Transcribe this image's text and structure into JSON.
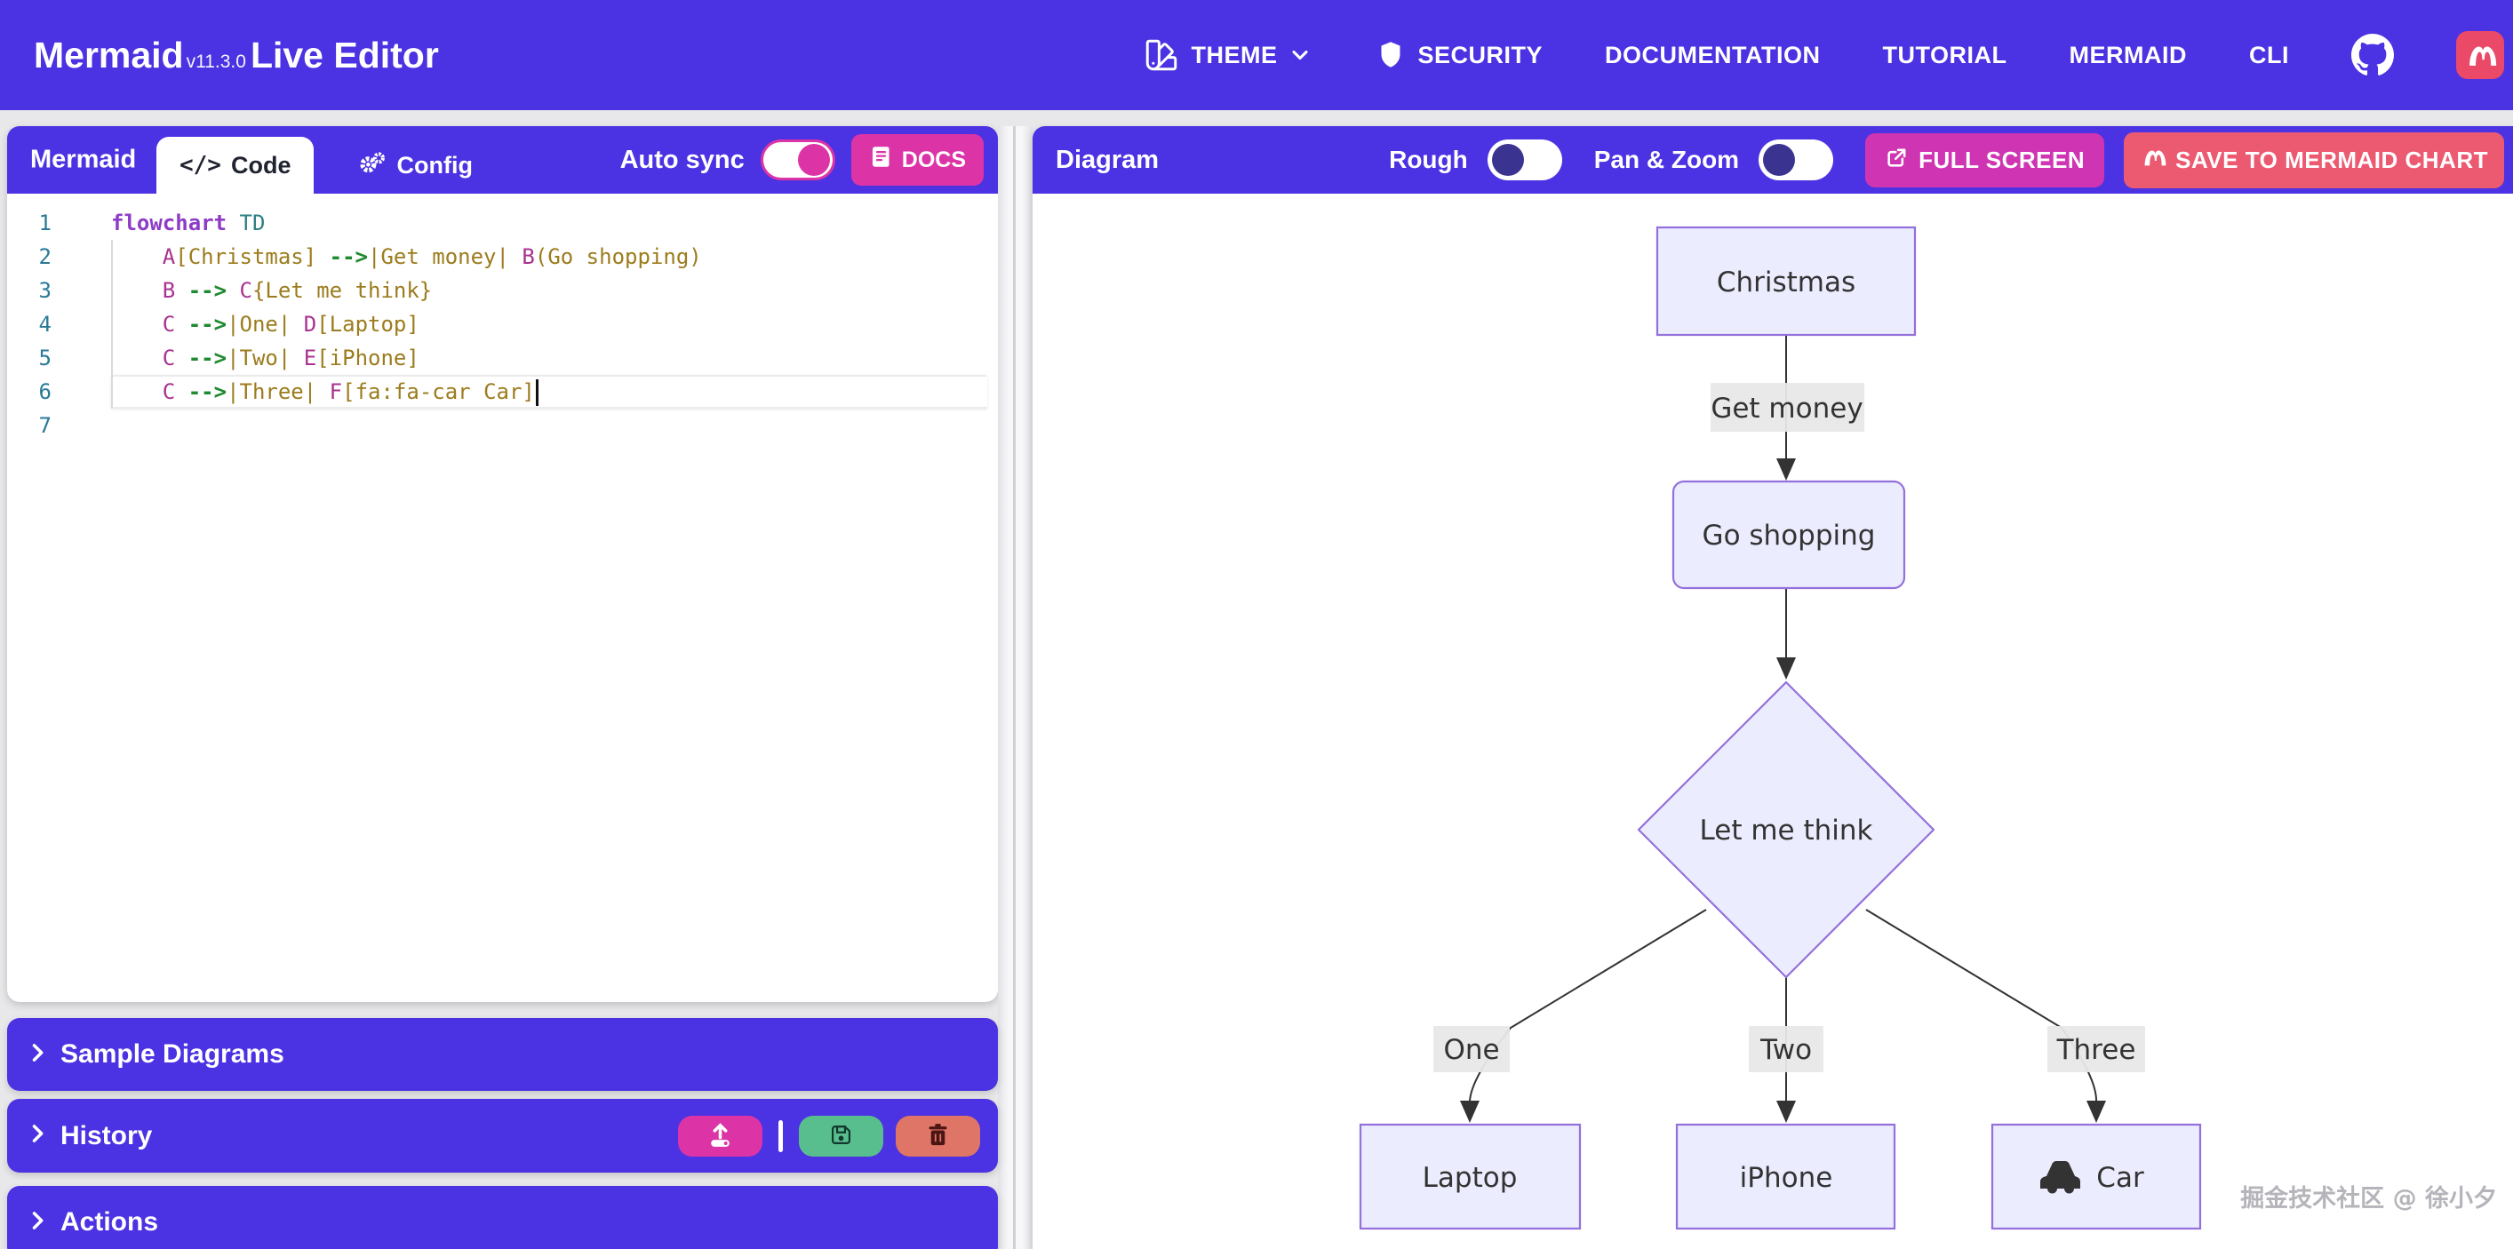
{
  "navbar": {
    "brand": {
      "name": "Mermaid",
      "version": "v11.3.0",
      "suffix": "Live Editor"
    },
    "items": [
      {
        "label": "THEME",
        "icon": "swatch-icon",
        "chevron": "chevron-down-icon"
      },
      {
        "label": "SECURITY",
        "icon": "shield-icon"
      },
      {
        "label": "DOCUMENTATION"
      },
      {
        "label": "TUTORIAL"
      },
      {
        "label": "MERMAID"
      },
      {
        "label": "CLI"
      }
    ],
    "github_icon": "github-icon",
    "mermaid_chart_logo": "mermaid-chart-logo"
  },
  "editor": {
    "panel_title": "Mermaid",
    "tabs": [
      {
        "label": "Code",
        "icon": "code-icon",
        "active": true
      },
      {
        "label": "Config",
        "icon": "gears-icon",
        "active": false
      }
    ],
    "auto_sync": {
      "label": "Auto sync",
      "on": true
    },
    "docs_button": "DOCS",
    "lines": [
      {
        "n": "1",
        "segs": [
          [
            "kw",
            "flowchart"
          ],
          [
            "pl",
            " "
          ],
          [
            "dir",
            "TD"
          ]
        ]
      },
      {
        "n": "2",
        "segs": [
          [
            "pl",
            "    "
          ],
          [
            "id",
            "A"
          ],
          [
            "str",
            "[Christmas]"
          ],
          [
            "pl",
            " "
          ],
          [
            "arr",
            "-->"
          ],
          [
            "str",
            "|Get money|"
          ],
          [
            "pl",
            " "
          ],
          [
            "id",
            "B"
          ],
          [
            "str",
            "(Go shopping)"
          ]
        ]
      },
      {
        "n": "3",
        "segs": [
          [
            "pl",
            "    "
          ],
          [
            "id",
            "B"
          ],
          [
            "pl",
            " "
          ],
          [
            "arr",
            "-->"
          ],
          [
            "pl",
            " "
          ],
          [
            "id",
            "C"
          ],
          [
            "str",
            "{Let me think}"
          ]
        ]
      },
      {
        "n": "4",
        "segs": [
          [
            "pl",
            "    "
          ],
          [
            "id",
            "C"
          ],
          [
            "pl",
            " "
          ],
          [
            "arr",
            "-->"
          ],
          [
            "str",
            "|One|"
          ],
          [
            "pl",
            " "
          ],
          [
            "id",
            "D"
          ],
          [
            "str",
            "[Laptop]"
          ]
        ]
      },
      {
        "n": "5",
        "segs": [
          [
            "pl",
            "    "
          ],
          [
            "id",
            "C"
          ],
          [
            "pl",
            " "
          ],
          [
            "arr",
            "-->"
          ],
          [
            "str",
            "|Two|"
          ],
          [
            "pl",
            " "
          ],
          [
            "id",
            "E"
          ],
          [
            "str",
            "[iPhone]"
          ]
        ]
      },
      {
        "n": "6",
        "segs": [
          [
            "pl",
            "    "
          ],
          [
            "id",
            "C"
          ],
          [
            "pl",
            " "
          ],
          [
            "arr",
            "-->"
          ],
          [
            "str",
            "|Three|"
          ],
          [
            "pl",
            " "
          ],
          [
            "id",
            "F"
          ],
          [
            "str",
            "[fa:fa-car Car]"
          ]
        ],
        "current": true
      },
      {
        "n": "7",
        "segs": []
      }
    ]
  },
  "sections": [
    {
      "label": "Sample Diagrams"
    },
    {
      "label": "History",
      "buttons": [
        "upload-icon",
        "save-icon",
        "trash-icon"
      ]
    },
    {
      "label": "Actions"
    }
  ],
  "diagram_panel": {
    "title": "Diagram",
    "rough": {
      "label": "Rough",
      "on": false
    },
    "pan_zoom": {
      "label": "Pan & Zoom",
      "on": false
    },
    "fullscreen_button": "FULL SCREEN",
    "save_button": "SAVE TO MERMAID CHART"
  },
  "diagram": {
    "type": "flowchart TD",
    "nodes": [
      {
        "id": "A",
        "label": "Christmas",
        "shape": "rectangle"
      },
      {
        "id": "B",
        "label": "Go shopping",
        "shape": "rounded"
      },
      {
        "id": "C",
        "label": "Let me think",
        "shape": "diamond"
      },
      {
        "id": "D",
        "label": "Laptop",
        "shape": "rectangle"
      },
      {
        "id": "E",
        "label": "iPhone",
        "shape": "rectangle"
      },
      {
        "id": "F",
        "label": "Car",
        "shape": "rectangle",
        "icon": "car-icon"
      }
    ],
    "edges": [
      {
        "from": "A",
        "to": "B",
        "label": "Get money"
      },
      {
        "from": "B",
        "to": "C",
        "label": ""
      },
      {
        "from": "C",
        "to": "D",
        "label": "One"
      },
      {
        "from": "C",
        "to": "E",
        "label": "Two"
      },
      {
        "from": "C",
        "to": "F",
        "label": "Three"
      }
    ]
  },
  "watermark": "掘金技术社区 @ 徐小夕",
  "colors": {
    "header_purple": "#4b32e2",
    "pink": "#dc34a6",
    "magenta": "#cf35b2",
    "rose": "#ec5a72",
    "green": "#59be8e",
    "salmon": "#df7566",
    "node_fill": "#ececff",
    "node_border": "#9370db",
    "edge_label_bg": "#e8e8e8",
    "toggle_knob_off": "#3a3490"
  }
}
